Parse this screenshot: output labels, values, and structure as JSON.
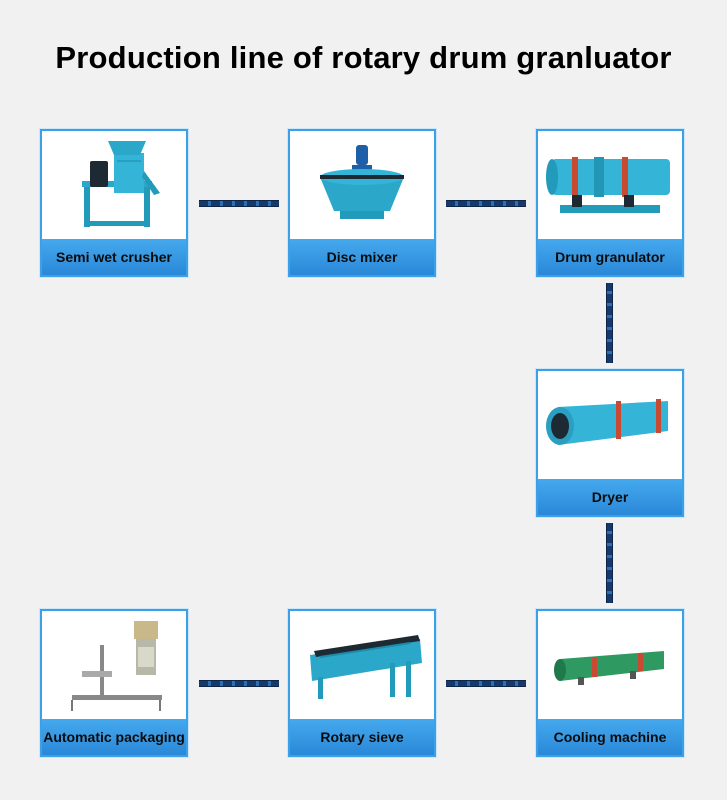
{
  "title": "Production line of rotary drum granluator",
  "machines": [
    {
      "label": "Semi wet crusher",
      "icon": "crusher-icon"
    },
    {
      "label": "Disc mixer",
      "icon": "disc-mixer-icon"
    },
    {
      "label": "Drum granulator",
      "icon": "drum-granulator-icon"
    },
    {
      "label": "Dryer",
      "icon": "dryer-icon"
    },
    {
      "label": "Cooling machine",
      "icon": "cooler-icon"
    },
    {
      "label": "Rotary sieve",
      "icon": "rotary-sieve-icon"
    },
    {
      "label": "Automatic packaging",
      "icon": "packaging-icon"
    }
  ],
  "colors": {
    "machine": "#2ba7c9",
    "label_bg": "#3a9ce6",
    "border": "#3aa0e8",
    "belt": "#17386a"
  }
}
